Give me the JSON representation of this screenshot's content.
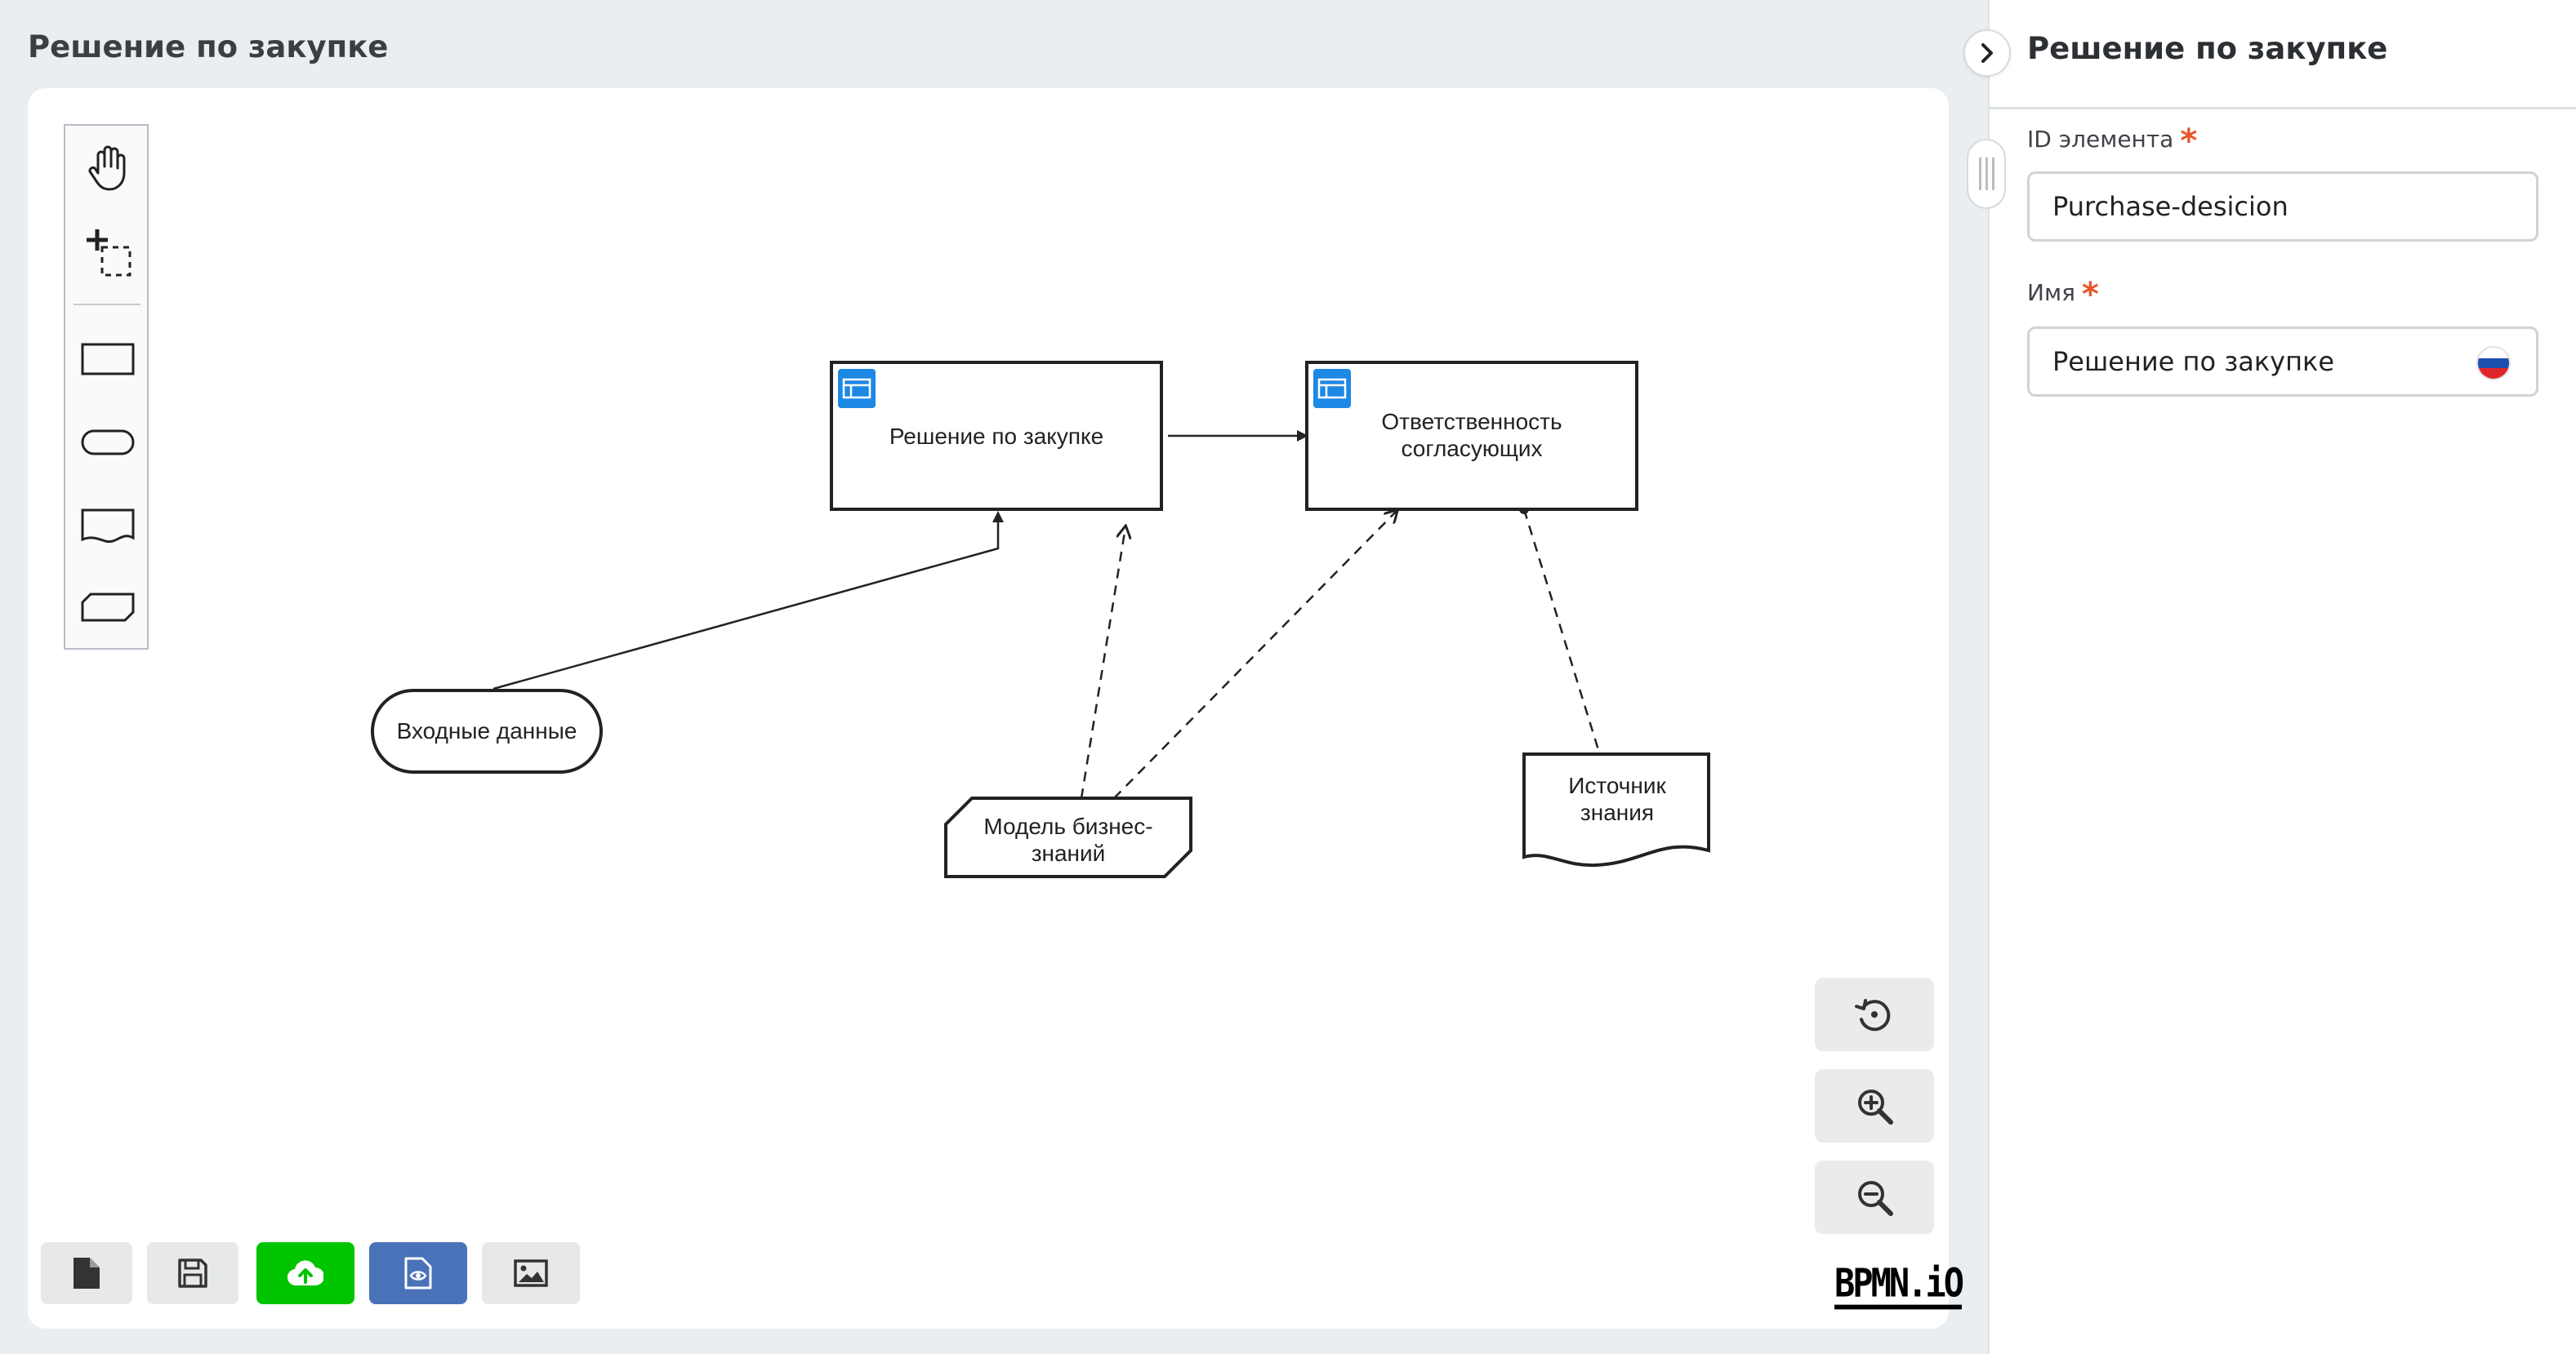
{
  "header": {
    "title": "Решение по закупке"
  },
  "diagram": {
    "decision_1": {
      "label": "Решение по закупке"
    },
    "decision_2": {
      "label_line1": "Ответственность",
      "label_line2": "согласующих"
    },
    "input_data": {
      "label": "Входные данные"
    },
    "bkm": {
      "label_line1": "Модель бизнес-",
      "label_line2": "знаний"
    },
    "knowledge_source": {
      "label_line1": "Источник",
      "label_line2": "знания"
    }
  },
  "palette": {
    "tools": [
      "hand-tool",
      "lasso-tool",
      "decision-tool",
      "input-data-tool",
      "knowledge-source-tool",
      "bkm-tool"
    ]
  },
  "toolbar": {
    "buttons": [
      {
        "name": "new-file",
        "color": "#e6e8e9"
      },
      {
        "name": "save",
        "color": "#e6e8e9"
      },
      {
        "name": "upload",
        "color": "#00c400"
      },
      {
        "name": "preview",
        "color": "#4a72b8"
      },
      {
        "name": "export-image",
        "color": "#e6e8e9"
      }
    ]
  },
  "zoom": {
    "controls": [
      "reset-zoom",
      "zoom-in",
      "zoom-out"
    ]
  },
  "brand": {
    "logo": "BPMN.iO"
  },
  "panel": {
    "title": "Решение по закупке",
    "id_label": "ID элемента",
    "id_value": "Purchase-desicion",
    "name_label": "Имя",
    "name_value": "Решение по закупке",
    "required_mark": "*"
  },
  "colors": {
    "decision_icon": "#1e88e5",
    "upload_btn": "#00c400",
    "preview_btn": "#4a72b8",
    "required": "#e8562a"
  }
}
